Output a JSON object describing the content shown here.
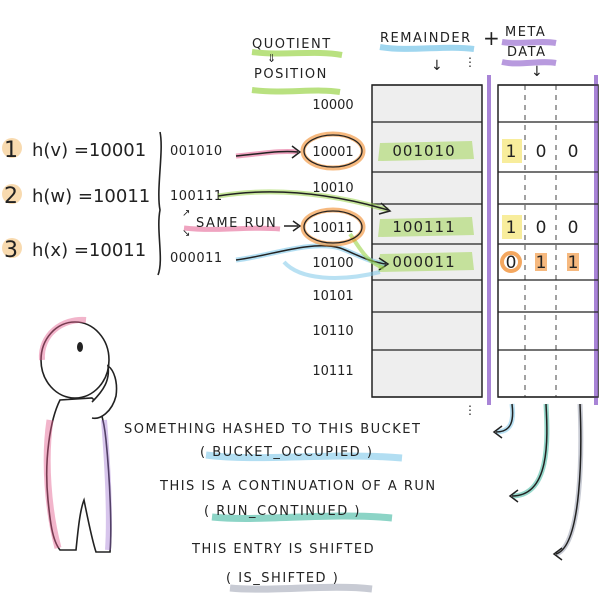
{
  "headers": {
    "quotient_line1": "QUOTIENT",
    "quotient_line2": "POSITION",
    "remainder": "REMAINDER",
    "plus": "+",
    "meta_line1": "META",
    "meta_line2": "DATA"
  },
  "hashes": [
    {
      "num": "1",
      "expr": "h(v) =10001",
      "bits": "001010"
    },
    {
      "num": "2",
      "expr": "h(w) =10011",
      "bits": "100111"
    },
    {
      "num": "3",
      "expr": "h(x) =10011",
      "bits": "000011"
    }
  ],
  "same_run": "SAME RUN",
  "quotients": [
    "10000",
    "10001",
    "10010",
    "10011",
    "10100",
    "10101",
    "10110",
    "10111"
  ],
  "remainders": [
    "",
    "001010",
    "",
    "100111",
    "000011",
    "",
    "",
    ""
  ],
  "meta": [
    [
      "",
      "",
      ""
    ],
    [
      "1",
      "0",
      "0"
    ],
    [
      "",
      "",
      ""
    ],
    [
      "1",
      "0",
      "0"
    ],
    [
      "0",
      "1",
      "1"
    ],
    [
      "",
      "",
      ""
    ],
    [
      "",
      "",
      ""
    ],
    [
      "",
      "",
      ""
    ]
  ],
  "notes": [
    {
      "desc": "SOMETHING HASHED TO THIS BUCKET",
      "flag": "( BUCKET_OCCUPIED )"
    },
    {
      "desc": "THIS IS A CONTINUATION OF A RUN",
      "flag": "( RUN_CONTINUED )"
    },
    {
      "desc": "THIS ENTRY IS SHIFTED",
      "flag": "( IS_SHIFTED )"
    }
  ],
  "colors": {
    "green": "#9bd44a",
    "orange": "#f08a2a",
    "blue": "#7fc8ea",
    "purple": "#9a6fd0",
    "teal": "#3fb8a0",
    "pink": "#e25a8c",
    "yellow": "#f4e15a"
  }
}
